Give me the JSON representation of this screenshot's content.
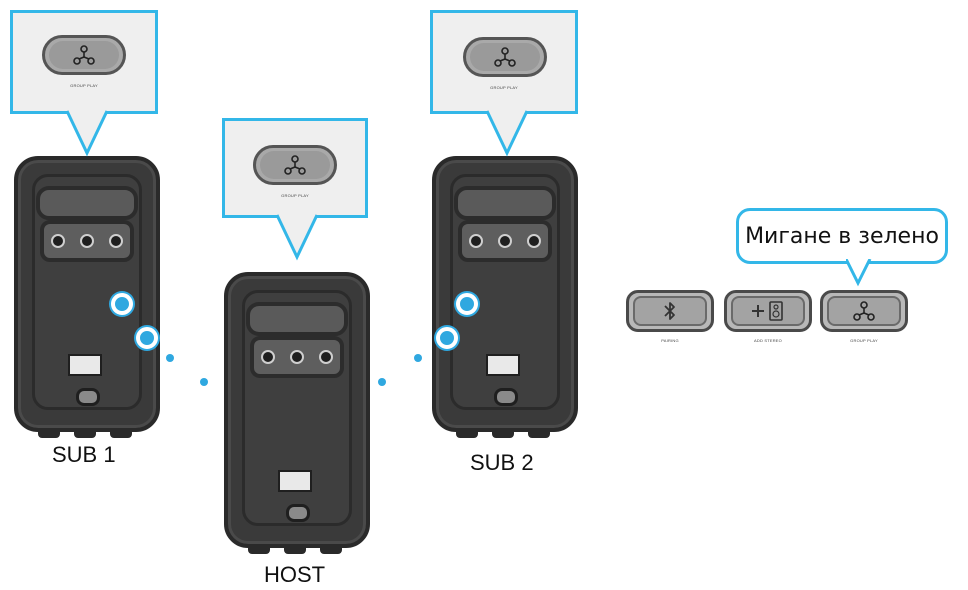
{
  "labels": {
    "sub1": "SUB 1",
    "host": "HOST",
    "sub2": "SUB 2"
  },
  "callouts": {
    "sub1": {
      "icon": "group-play-icon",
      "caption": "GROUP PLAY"
    },
    "host": {
      "icon": "group-play-icon",
      "caption": "GROUP PLAY"
    },
    "sub2": {
      "icon": "group-play-icon",
      "caption": "GROUP PLAY"
    }
  },
  "status_callout": {
    "text": "Мигане в зелено"
  },
  "button_strip": [
    {
      "icon": "bluetooth-icon",
      "caption": "PAIRING"
    },
    {
      "icon": "add-speaker-icon",
      "caption": "ADD STEREO"
    },
    {
      "icon": "group-play-icon",
      "caption": "GROUP PLAY"
    }
  ],
  "colors": {
    "accent": "#33b7e8",
    "led": "#2fa8e0",
    "speaker_body": "#3a3a3a"
  }
}
